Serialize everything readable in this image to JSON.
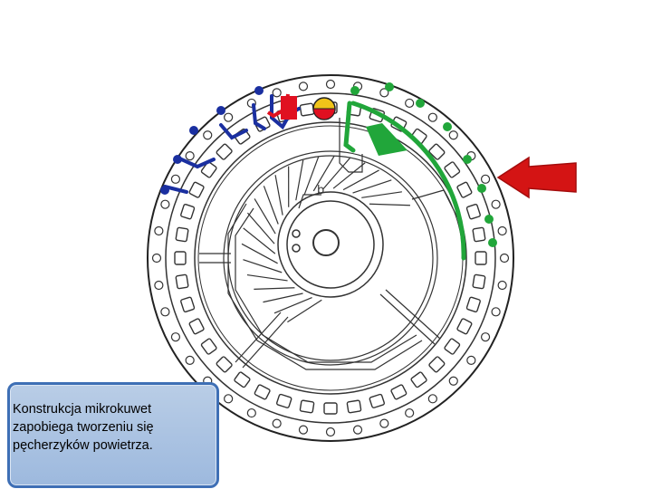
{
  "caption": {
    "lines": [
      "Konstrukcja mikrokuwet",
      "zapobiega tworzeniu się",
      "pęcherzyków powietrza."
    ]
  },
  "colors": {
    "background": "#ffffff",
    "disc_line": "#222222",
    "channel_blue": "#1a2fa0",
    "channel_red": "#e01020",
    "channel_yellow": "#f0c419",
    "channel_green": "#21a63a",
    "arrow_red": "#d41414",
    "caption_border": "#3e6fb5",
    "caption_fill": "#a9c3e3"
  },
  "diagram": {
    "subject": "microcuvette disc rotor",
    "highlight": "green channel with red arrow"
  }
}
